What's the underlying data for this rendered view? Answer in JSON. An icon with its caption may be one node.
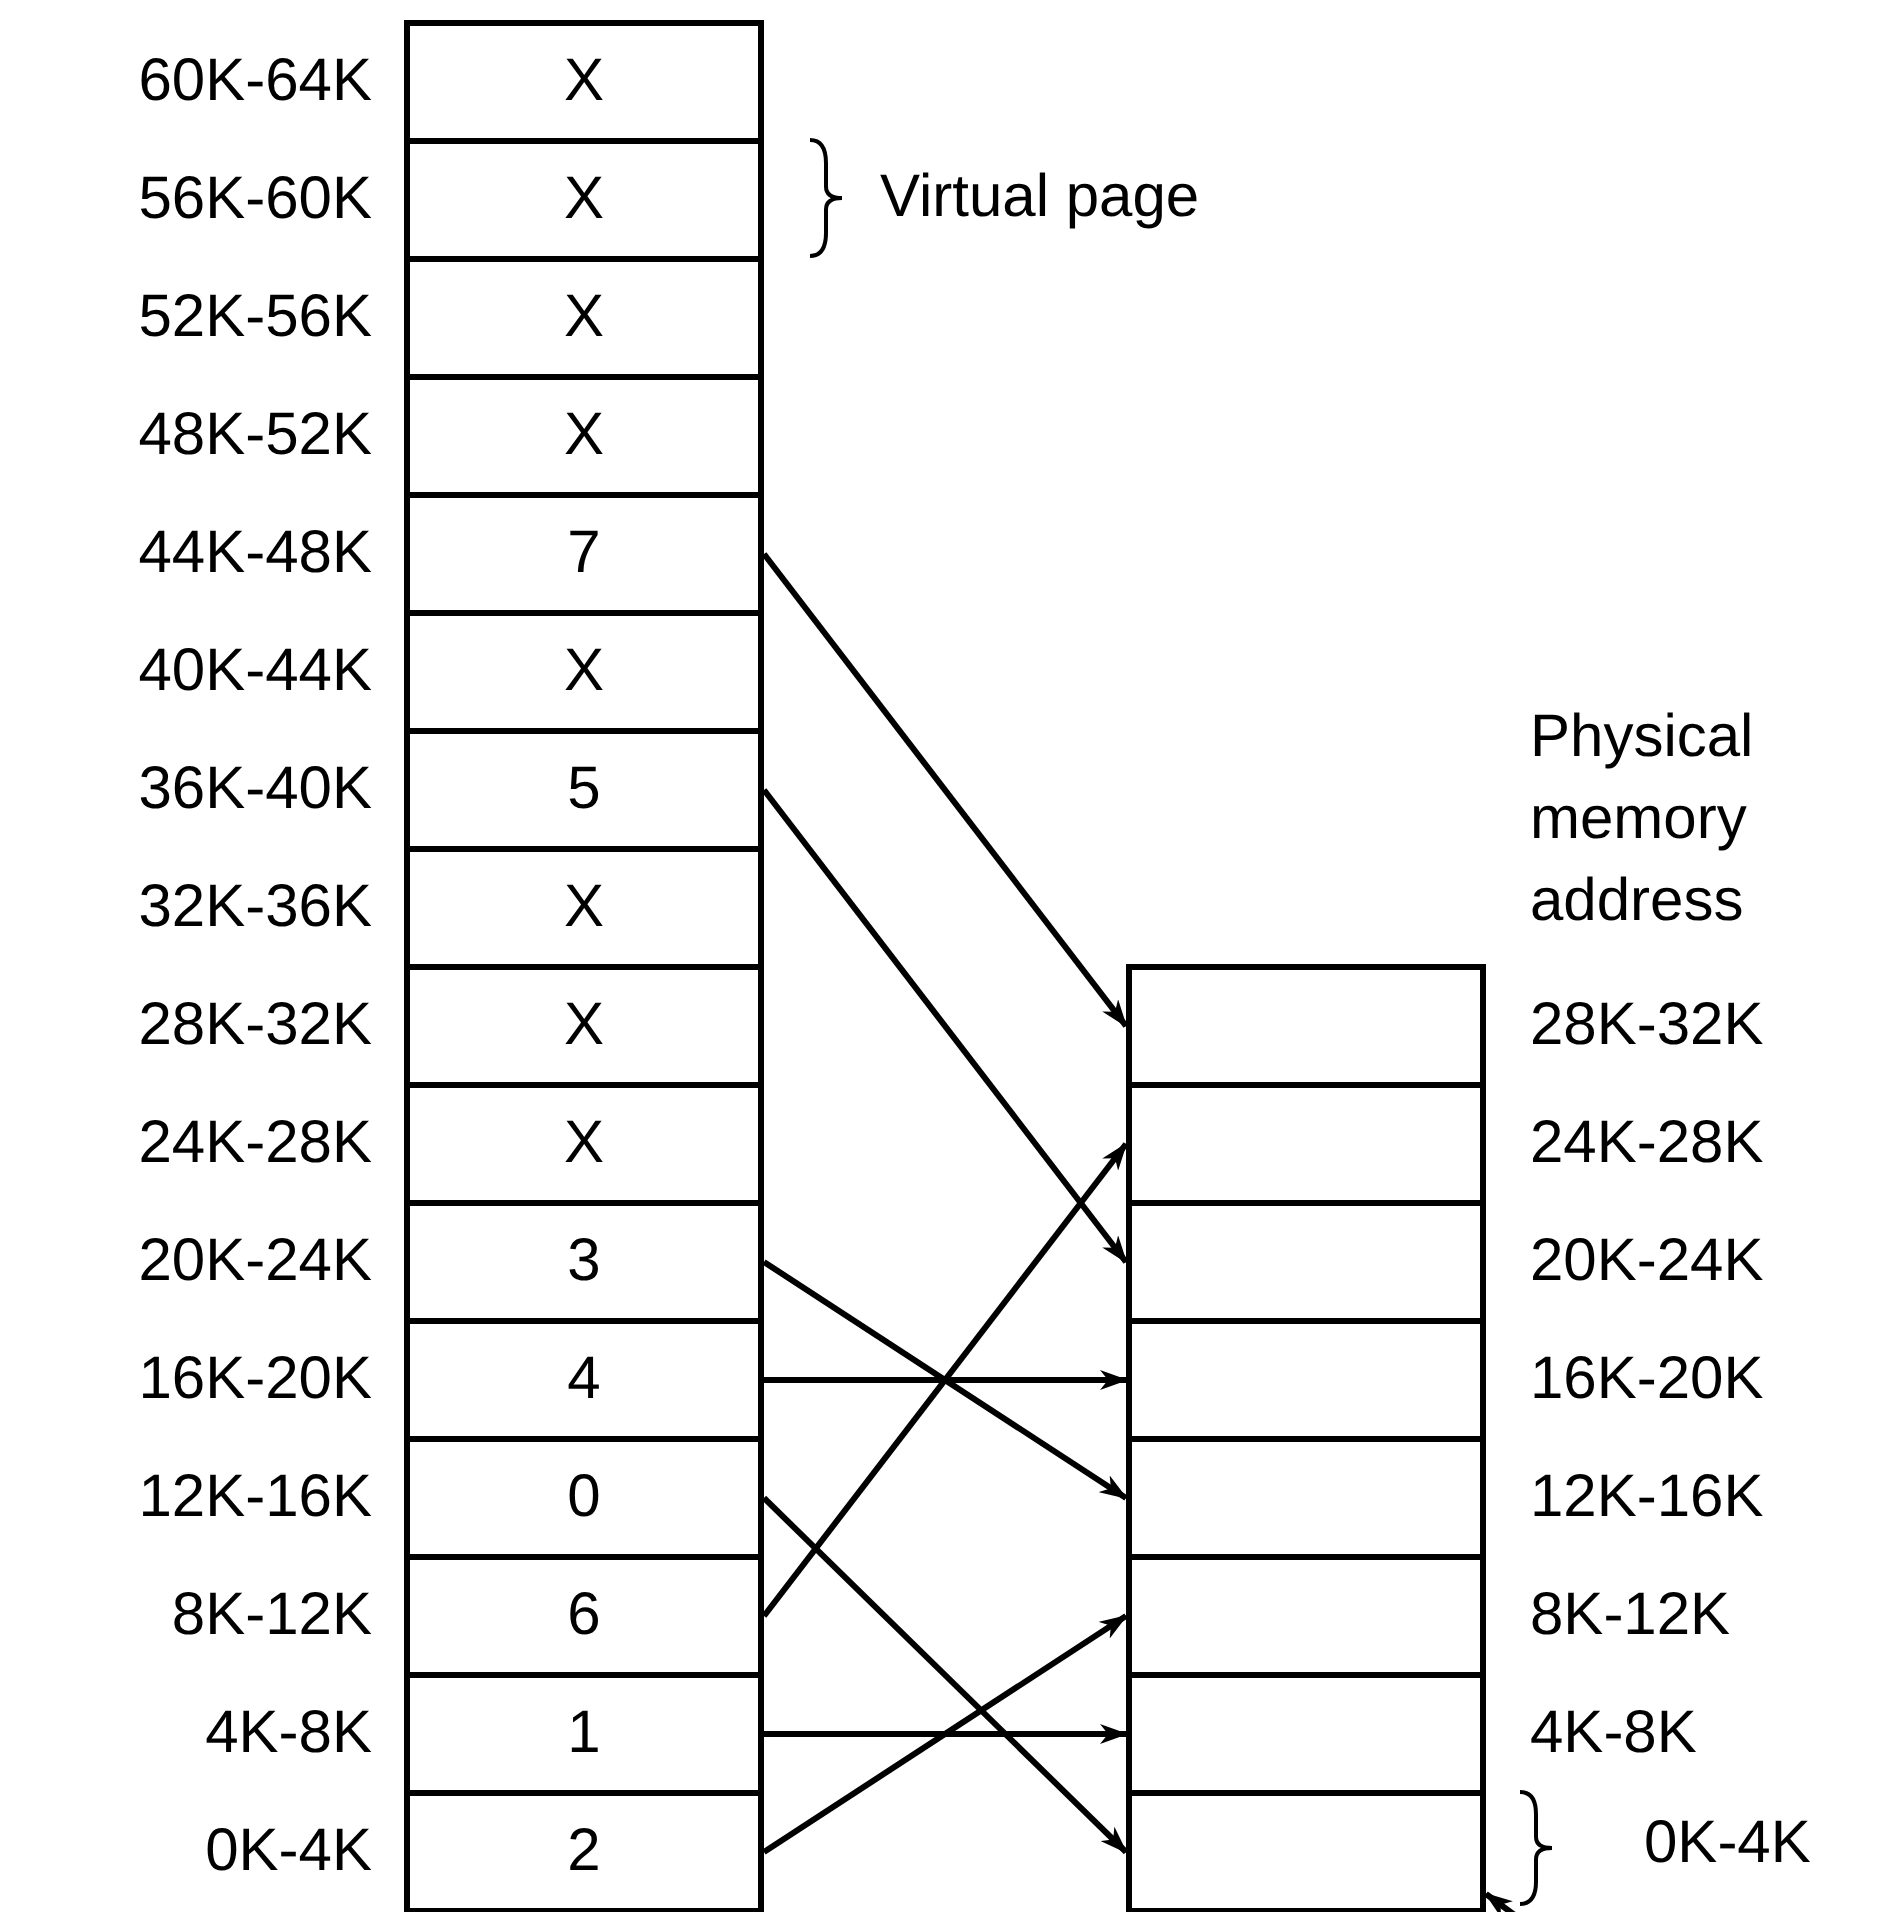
{
  "diagram": {
    "nodes": [
      {
        "text": [
          "X"
        ],
        "beside": [
          "60K-64K"
        ]
      },
      {
        "text": [
          "X"
        ],
        "beside": [
          "56K-60K"
        ]
      },
      {
        "text": [
          "X"
        ],
        "beside": [
          "52K-56K"
        ]
      },
      {
        "text": [
          "X"
        ],
        "beside": [
          "48K-52K"
        ]
      },
      {
        "text": [
          "7"
        ],
        "beside": [
          "44K-48K"
        ]
      },
      {
        "text": [
          "X"
        ],
        "beside": [
          "40K-44K"
        ]
      },
      {
        "text": [
          "5"
        ],
        "beside": [
          "36K-40K"
        ]
      },
      {
        "text": [
          "X"
        ],
        "beside": [
          "32K-36K"
        ]
      },
      {
        "text": [
          "X"
        ],
        "beside": [
          "28K-32K"
        ]
      },
      {
        "text": [
          "X"
        ],
        "beside": [
          "24K-28K"
        ]
      },
      {
        "text": [
          "3"
        ],
        "beside": [
          "20K-24K"
        ]
      },
      {
        "text": [
          "4"
        ],
        "beside": [
          "16K-20K"
        ]
      },
      {
        "text": [
          "0"
        ],
        "beside": [
          "12K-16K"
        ]
      },
      {
        "text": [
          "6"
        ],
        "beside": [
          "8K-12K"
        ]
      },
      {
        "text": [
          "1"
        ],
        "beside": [
          "4K-8K"
        ]
      },
      {
        "text": [
          "2"
        ],
        "beside": [
          "0K-4K"
        ]
      },
      {
        "text": [],
        "shape": "box",
        "beside": [
          "28K-32K"
        ]
      },
      {
        "text": [],
        "shape": "box",
        "beside": [
          "24K-28K"
        ]
      },
      {
        "text": [],
        "shape": "box",
        "beside": [
          "20K-24K"
        ]
      },
      {
        "text": [],
        "shape": "box",
        "beside": [
          "16K-20K"
        ]
      },
      {
        "text": [],
        "shape": "box",
        "beside": [
          "12K-16K"
        ]
      },
      {
        "text": [],
        "shape": "box",
        "beside": [
          "8K-12K"
        ]
      },
      {
        "text": [],
        "shape": "box",
        "beside": [
          "4K-8K"
        ]
      },
      {
        "text": [],
        "shape": "box",
        "beside": [
          "0K-4K"
        ]
      }
    ],
    "edges": [
      {
        "from": 4,
        "to": 16,
        "arrow": "to"
      },
      {
        "from": 6,
        "to": 18,
        "arrow": "to"
      },
      {
        "from": 10,
        "to": 20,
        "arrow": "to"
      },
      {
        "from": 11,
        "to": 19,
        "arrow": "to"
      },
      {
        "from": 12,
        "to": 23,
        "arrow": "to"
      },
      {
        "from": 13,
        "to": 17,
        "arrow": "to"
      },
      {
        "from": 14,
        "to": 22,
        "arrow": "to"
      },
      {
        "from": 15,
        "to": 21,
        "arrow": "to"
      },
      {
        "from": null,
        "to": 23,
        "arrow": "to"
      }
    ],
    "labels": [
      "Virtual page",
      "Physical memory address"
    ]
  }
}
